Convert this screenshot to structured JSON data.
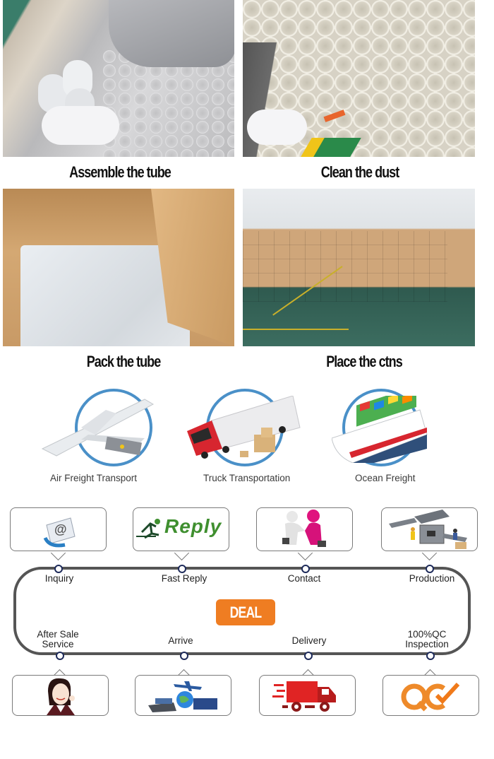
{
  "packing_steps": [
    {
      "caption": "Assemble the tube",
      "image": "gloved-hand-assembling-tubes"
    },
    {
      "caption": "Clean the dust",
      "image": "tube-honeycomb-wall-cleaning"
    },
    {
      "caption": "Pack the tube",
      "image": "tubes-in-cardboard-box"
    },
    {
      "caption": "Place the ctns",
      "image": "warehouse-stacked-cartons"
    }
  ],
  "shipping_methods": [
    {
      "label": "Air Freight Transport",
      "icon": "airplane-icon"
    },
    {
      "label": "Truck Transportation",
      "icon": "truck-icon"
    },
    {
      "label": "Ocean Freight",
      "icon": "cargo-ship-icon"
    }
  ],
  "process": {
    "center_badge": "DEAL",
    "top_steps": [
      {
        "label": "Inquiry",
        "icon": "email-at-icon"
      },
      {
        "label": "Fast Reply",
        "icon": "reply-runner-icon",
        "icon_text": "Reply"
      },
      {
        "label": "Contact",
        "icon": "handshake-icon"
      },
      {
        "label": "Production",
        "icon": "production-line-icon"
      }
    ],
    "bottom_steps": [
      {
        "label_line1": "After Sale",
        "label_line2": "Service",
        "icon": "customer-service-icon"
      },
      {
        "label_line1": "Arrive",
        "label_line2": "",
        "icon": "global-logistics-icon"
      },
      {
        "label_line1": "Delivery",
        "label_line2": "",
        "icon": "delivery-truck-icon"
      },
      {
        "label_line1": "100%QC",
        "label_line2": "Inspection",
        "icon": "qc-check-icon",
        "icon_text": "QC"
      }
    ]
  },
  "colors": {
    "ring_blue": "#4a90c8",
    "deal_orange": "#ef7d22",
    "node_navy": "#1d2a5a",
    "reply_green": "#3f8f2f",
    "delivery_red": "#e02424",
    "qc_orange": "#ee8a2a"
  }
}
